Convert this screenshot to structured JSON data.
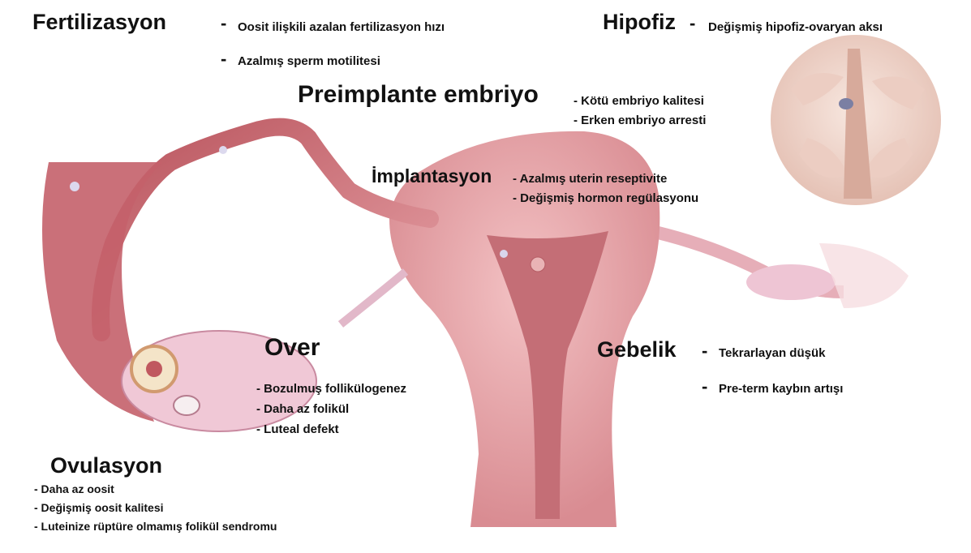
{
  "labels": {
    "fertilizasyon": {
      "title": "Fertilizasyon",
      "items": [
        "Oosit ilişkili azalan fertilizasyon hızı",
        "Azalmış sperm motilitesi"
      ]
    },
    "hipofiz": {
      "title": "Hipofiz",
      "items": [
        "Değişmiş hipofiz-ovaryan aksı"
      ]
    },
    "preimplante": {
      "title": "Preimplante embriyo",
      "items": [
        "- Kötü embriyo kalitesi",
        "- Erken embriyo arresti"
      ]
    },
    "implantasyon": {
      "title": "İmplantasyon",
      "items": [
        "- Azalmış uterin reseptivite",
        "- Değişmiş hormon regülasyonu"
      ]
    },
    "over": {
      "title": "Over",
      "items": [
        "- Bozulmuş follikülogenez",
        "- Daha az folikül",
        "- Luteal defekt"
      ]
    },
    "gebelik": {
      "title": "Gebelik",
      "items": [
        "Tekrarlayan düşük",
        "Pre-term kaybın artışı"
      ]
    },
    "ovulasyon": {
      "title": "Ovulasyon",
      "items": [
        "- Daha az oosit",
        "- Değişmiş oosit kalitesi",
        "- Luteinize rüptüre olmamış folikül sendromu"
      ]
    }
  },
  "dash": "-",
  "colors": {
    "uterus": "#e9a9ad",
    "uterus_dark": "#c9727a",
    "tube": "#d98b91",
    "ovary": "#f1c6d3",
    "brain": "#f2d9cf",
    "text": "#111111"
  }
}
